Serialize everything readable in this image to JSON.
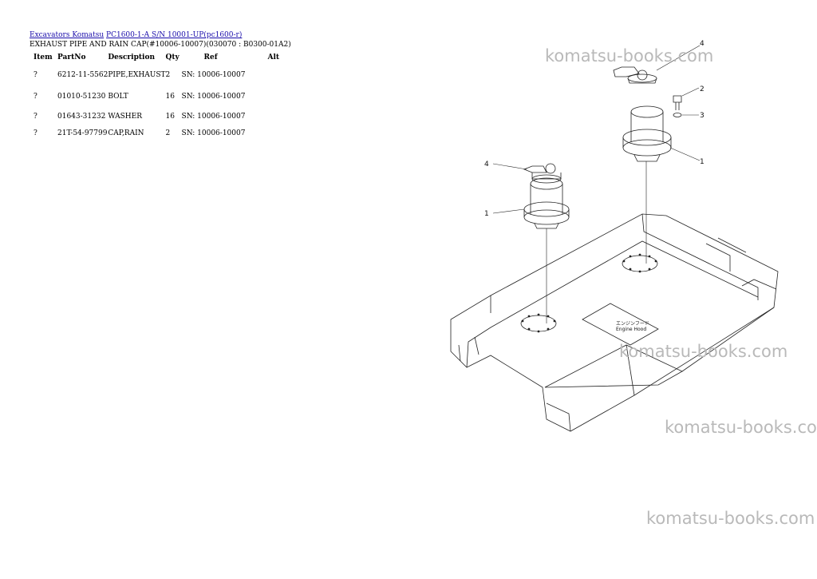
{
  "breadcrumb": {
    "link1": "Excavators Komatsu",
    "link2": "PC1600-1-A S/N 10001-UP(pc1600-r)"
  },
  "page_title": "EXHAUST PIPE AND RAIN CAP(#10006-10007)(030070 : B0300-01A2)",
  "table": {
    "headers": {
      "item": "Item",
      "partno": "PartNo",
      "description": "Description",
      "qty": "Qty",
      "ref": "Ref",
      "alt": "Alt"
    },
    "rows": [
      {
        "item": "?",
        "partno": "6212-11-5562",
        "description": "PIPE,EXHAUST",
        "qty": "2",
        "ref": "SN: 10006-10007",
        "alt": ""
      },
      {
        "item": "?",
        "partno": "01010-51230",
        "description": "BOLT",
        "qty": "16",
        "ref": "SN: 10006-10007",
        "alt": ""
      },
      {
        "item": "?",
        "partno": "01643-31232",
        "description": "WASHER",
        "qty": "16",
        "ref": "SN: 10006-10007",
        "alt": ""
      },
      {
        "item": "?",
        "partno": "21T-54-97799",
        "description": "CAP,RAIN",
        "qty": "2",
        "ref": "SN: 10006-10007",
        "alt": ""
      }
    ]
  },
  "diagram": {
    "callouts": {
      "c4a": "4",
      "c2": "2",
      "c3": "3",
      "c1a": "1",
      "c4b": "4",
      "c1b": "1"
    },
    "label_jp": "エンジンフード",
    "label_en": "Engine Hood"
  },
  "watermark": "komatsu-books.com"
}
